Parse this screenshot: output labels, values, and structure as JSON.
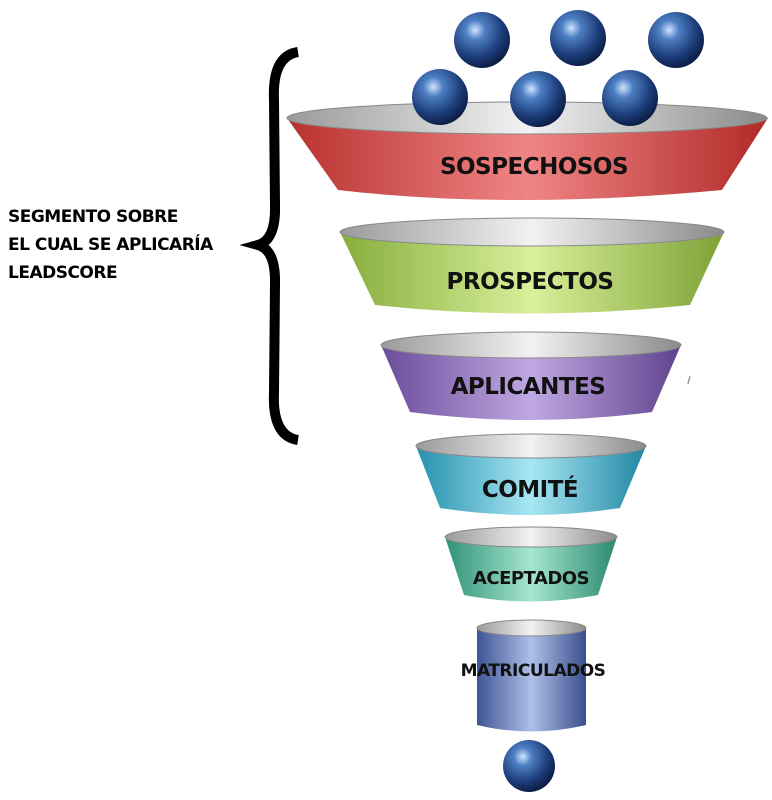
{
  "annotation": {
    "lines": [
      "SEGMENTO SOBRE",
      "EL CUAL SE APLICARÍA",
      "LEADSCORE"
    ]
  },
  "stages": [
    {
      "label": "SOSPECHOSOS",
      "color": "#d9534f"
    },
    {
      "label": "PROSPECTOS",
      "color": "#a9cf5a"
    },
    {
      "label": "APLICANTES",
      "color": "#8e6bbf"
    },
    {
      "label": "COMITÉ",
      "color": "#3fb3cf"
    },
    {
      "label": "ACEPTADOS",
      "color": "#4fb89a"
    },
    {
      "label": "MATRICULADOS",
      "color": "#5a74b8"
    }
  ]
}
